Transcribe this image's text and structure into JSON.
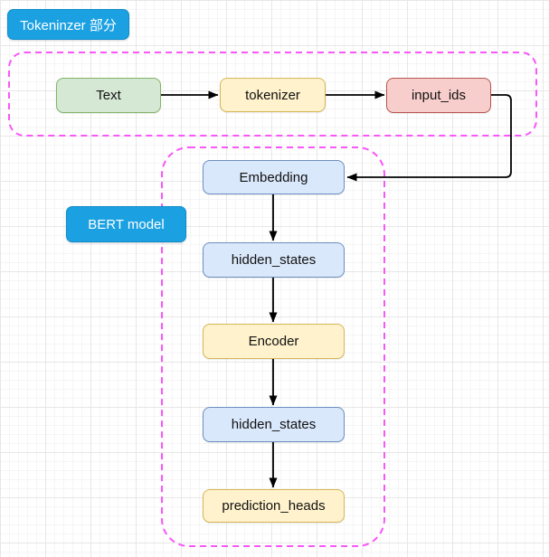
{
  "diagram": {
    "title": "BERT tokenizer / model flow diagram",
    "labels": {
      "tokenizer_section": "Tokeninzer 部分",
      "bert_model": "BERT model"
    },
    "nodes": {
      "text": {
        "label": "Text",
        "fill": "#D5E8D4",
        "stroke": "#82B366"
      },
      "tokenizer": {
        "label": "tokenizer",
        "fill": "#FFF2CC",
        "stroke": "#D6B656"
      },
      "input_ids": {
        "label": "input_ids",
        "fill": "#F8CECC",
        "stroke": "#B85450"
      },
      "embedding": {
        "label": "Embedding",
        "fill": "#DAE8FC",
        "stroke": "#6C8EBF"
      },
      "hidden_states_1": {
        "label": "hidden_states",
        "fill": "#DAE8FC",
        "stroke": "#6C8EBF"
      },
      "encoder": {
        "label": "Encoder",
        "fill": "#FFF2CC",
        "stroke": "#D6B656"
      },
      "hidden_states_2": {
        "label": "hidden_states",
        "fill": "#DAE8FC",
        "stroke": "#6C8EBF"
      },
      "prediction_heads": {
        "label": "prediction_heads",
        "fill": "#FFF2CC",
        "stroke": "#D6B656"
      }
    },
    "edges": [
      {
        "from": "text",
        "to": "tokenizer"
      },
      {
        "from": "tokenizer",
        "to": "input_ids"
      },
      {
        "from": "input_ids",
        "to": "embedding"
      },
      {
        "from": "embedding",
        "to": "hidden_states_1"
      },
      {
        "from": "hidden_states_1",
        "to": "encoder"
      },
      {
        "from": "encoder",
        "to": "hidden_states_2"
      },
      {
        "from": "hidden_states_2",
        "to": "prediction_heads"
      }
    ],
    "containers": [
      {
        "name": "tokenizer-section-container",
        "style": "dashed"
      },
      {
        "name": "bert-model-container",
        "style": "dashed"
      }
    ],
    "colors": {
      "tag_bg": "#1BA1E2",
      "tag_text": "#FFFFFF",
      "container_dash": "#F957F9",
      "arrow": "#000000",
      "grid_minor": "#F5F5F5",
      "grid_major": "#E7E7E7",
      "background": "#FFFFFF"
    }
  }
}
